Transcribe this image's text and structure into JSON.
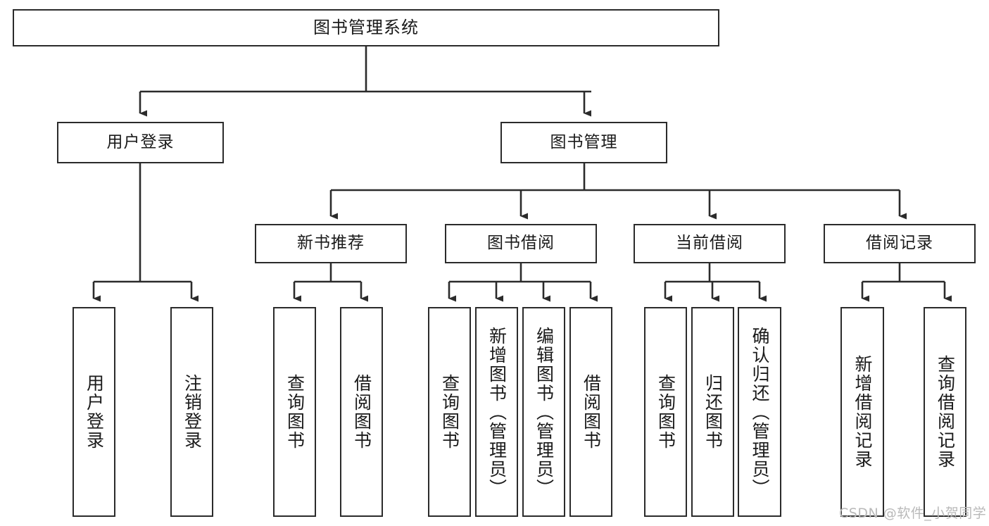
{
  "diagram": {
    "type": "tree-hierarchy-chart",
    "title": "图书管理系统",
    "background_color": "#ffffff",
    "line_color": "#2b2b2b",
    "box_border_color": "#2b2b2b",
    "text_color": "#1a1a1a"
  },
  "nodes": {
    "root": {
      "label": "图书管理系统"
    },
    "level2": [
      {
        "label": "用户登录"
      },
      {
        "label": "图书管理"
      }
    ],
    "level3": [
      {
        "label": "新书推荐"
      },
      {
        "label": "图书借阅"
      },
      {
        "label": "当前借阅"
      },
      {
        "label": "借阅记录"
      }
    ],
    "leaves": {
      "user_login": [
        {
          "label": "用户登录"
        },
        {
          "label": "注销登录"
        }
      ],
      "new_book_recommend": [
        {
          "label": "查询图书"
        },
        {
          "label": "借阅图书"
        }
      ],
      "book_borrow": [
        {
          "label": "查询图书"
        },
        {
          "label": "新增图书（管理员）"
        },
        {
          "label": "编辑图书（管理员）"
        },
        {
          "label": "借阅图书"
        }
      ],
      "current_borrow": [
        {
          "label": "查询图书"
        },
        {
          "label": "归还图书"
        },
        {
          "label": "确认归还（管理员）"
        }
      ],
      "borrow_record": [
        {
          "label": "新增借阅记录"
        },
        {
          "label": "查询借阅记录"
        }
      ]
    }
  },
  "watermark": {
    "text": "CSDN @软件_小贺同学"
  }
}
